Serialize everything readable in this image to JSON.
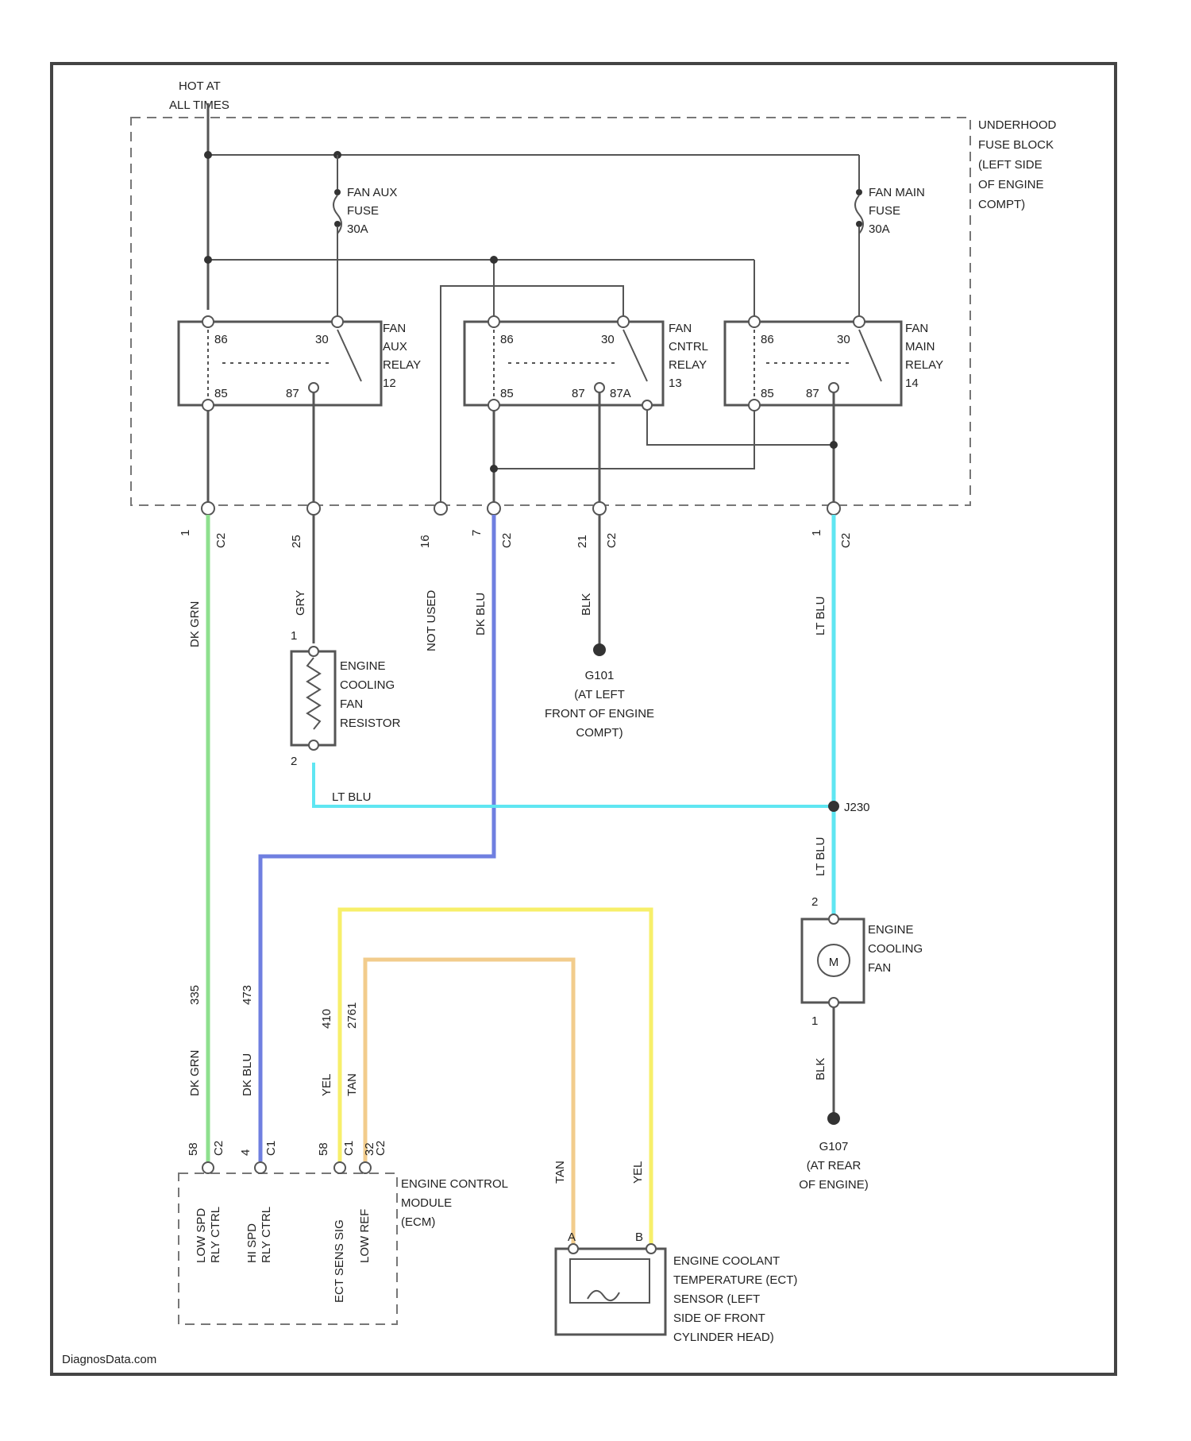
{
  "power_label_line1": "HOT AT",
  "power_label_line2": "ALL TIMES",
  "fuse_block_label": [
    "UNDERHOOD",
    "FUSE BLOCK",
    "(LEFT SIDE",
    "OF ENGINE",
    "COMPT)"
  ],
  "fuses": [
    {
      "line1": "FAN AUX",
      "line2": "FUSE",
      "line3": "30A"
    },
    {
      "line1": "FAN MAIN",
      "line2": "FUSE",
      "line3": "30A"
    }
  ],
  "relays": [
    {
      "line1": "FAN",
      "line2": "AUX",
      "line3": "RELAY",
      "line4": "12",
      "pin86": "86",
      "pin30": "30",
      "pin85": "85",
      "pin87": "87"
    },
    {
      "line1": "FAN",
      "line2": "CNTRL",
      "line3": "RELAY",
      "line4": "13",
      "pin86": "86",
      "pin30": "30",
      "pin85": "85",
      "pin87": "87",
      "pin87a": "87A"
    },
    {
      "line1": "FAN",
      "line2": "MAIN",
      "line3": "RELAY",
      "line4": "14",
      "pin86": "86",
      "pin30": "30",
      "pin85": "85",
      "pin87": "87"
    }
  ],
  "connector_pins": {
    "p1": "1",
    "p1c": "C2",
    "p2": "25",
    "p3": "16",
    "p4": "7",
    "p4c": "C2",
    "p5": "21",
    "p5c": "C2",
    "p6": "1",
    "p6c": "C2"
  },
  "wire_colors": {
    "dk_grn": "DK GRN",
    "gry": "GRY",
    "not_used": "NOT USED",
    "dk_blu": "DK BLU",
    "blk": "BLK",
    "lt_blu": "LT BLU",
    "yel": "YEL",
    "tan": "TAN"
  },
  "resistor_label": [
    "ENGINE",
    "COOLING",
    "FAN",
    "RESISTOR"
  ],
  "resistor_pins": {
    "top": "1",
    "bottom": "2"
  },
  "ground1": [
    "G101",
    "(AT LEFT",
    "FRONT OF ENGINE",
    "COMPT)"
  ],
  "splice": "J230",
  "fan_label": [
    "ENGINE",
    "COOLING",
    "FAN"
  ],
  "fan_motor": "M",
  "fan_pins": {
    "top": "2",
    "bottom": "1"
  },
  "ground2": [
    "G107",
    "(AT REAR",
    "OF ENGINE)"
  ],
  "ecm_label": [
    "ENGINE CONTROL",
    "MODULE",
    "(ECM)"
  ],
  "ecm_circuits": {
    "c1": "335",
    "c2": "473",
    "c3": "410",
    "c4": "2761"
  },
  "ecm_pins": [
    {
      "num": "58",
      "conn": "C2",
      "func_line1": "LOW SPD",
      "func_line2": "RLY CTRL"
    },
    {
      "num": "4",
      "conn": "C1",
      "func_line1": "HI SPD",
      "func_line2": "RLY CTRL"
    },
    {
      "num": "58",
      "conn": "C1",
      "func_line1": "ECT SENS SIG",
      "func_line2": ""
    },
    {
      "num": "32",
      "conn": "C2",
      "func_line1": "LOW REF",
      "func_line2": ""
    }
  ],
  "ect_label": [
    "ENGINE COOLANT",
    "TEMPERATURE (ECT)",
    "SENSOR (LEFT",
    "SIDE OF FRONT",
    "CYLINDER HEAD)"
  ],
  "ect_pins": {
    "left": "A",
    "right": "B"
  },
  "watermark": "DiagnosData.com",
  "colors": {
    "dk_grn": "#8ee08e",
    "dk_blu": "#6f7fe0",
    "lt_blu": "#5fe6f2",
    "yel": "#f7ef6a",
    "tan": "#f2cc8c"
  }
}
